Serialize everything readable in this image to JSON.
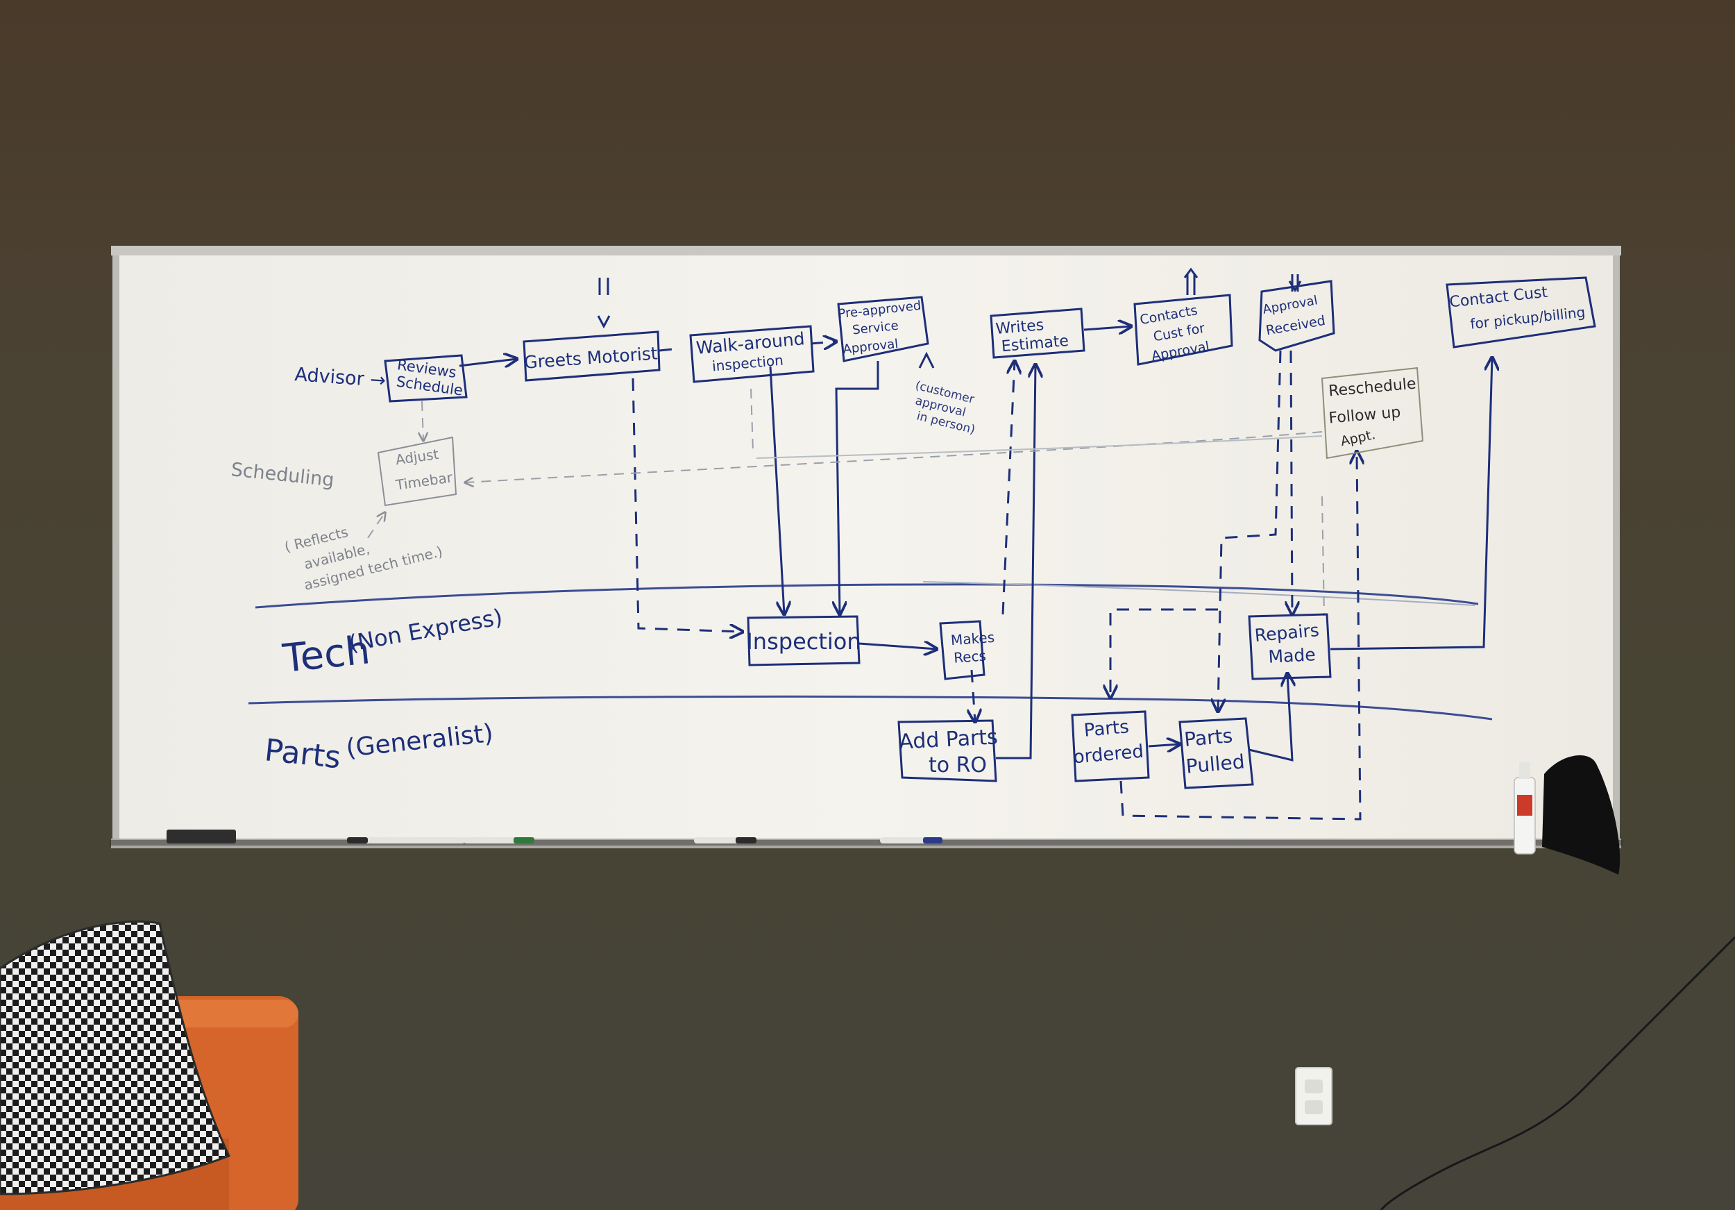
{
  "lanes": {
    "advisor": "Advisor →",
    "scheduling": "Scheduling",
    "tech": "Tech",
    "tech_sub": "(Non Express)",
    "parts": "Parts",
    "parts_sub": "(Generalist)"
  },
  "boxes": {
    "reviews_schedule": [
      "Reviews",
      "Schedule"
    ],
    "greets_motorist": [
      "Greets Motorist"
    ],
    "walk_around": [
      "Walk-around",
      "inspection"
    ],
    "pre_approved": [
      "Pre-approved",
      "Service",
      "Approval"
    ],
    "writes_estimate": [
      "Writes",
      "Estimate"
    ],
    "contacts_cust": [
      "Contacts",
      "Cust for",
      "Approval"
    ],
    "approval_received": [
      "Approval",
      "Received"
    ],
    "contact_cust_pickup": [
      "Contact Cust",
      "for pickup/billing"
    ],
    "reschedule": [
      "Reschedule",
      "Follow up",
      "Appt."
    ],
    "adjust_timebar": [
      "Adjust",
      "Timebar"
    ],
    "inspection": [
      "Inspection"
    ],
    "makes_recs": [
      "Makes",
      "Recs"
    ],
    "repairs_made": [
      "Repairs",
      "Made"
    ],
    "add_parts": [
      "Add Parts",
      "to RO"
    ],
    "parts_ordered": [
      "Parts",
      "ordered"
    ],
    "parts_pulled": [
      "Parts",
      "Pulled"
    ]
  },
  "notes": {
    "customer_approval": [
      "(customer",
      "approval",
      "in person)"
    ],
    "reflects": [
      "( Reflects",
      "available,",
      "assigned tech time.)"
    ]
  },
  "colors": {
    "wall": "#4a4434",
    "board": "#f2f0ea",
    "marker_blue": "#1d2f7a",
    "faint_marker": "#8b8f96",
    "couch": "#d5652a"
  }
}
